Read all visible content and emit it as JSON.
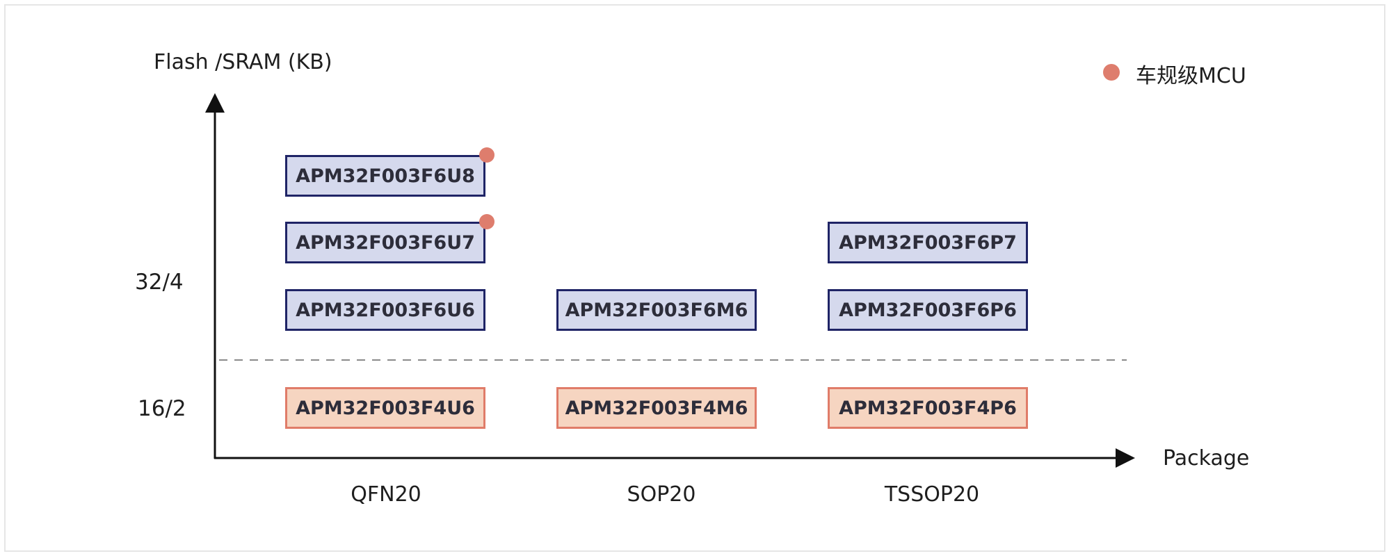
{
  "axes": {
    "y_label": "Flash /SRAM (KB)",
    "x_label": "Package",
    "y_ticks": [
      "32/4",
      "16/2"
    ],
    "x_categories": [
      "QFN20",
      "SOP20",
      "TSSOP20"
    ]
  },
  "legend": {
    "label": "车规级MCU",
    "color": "#de7d6d"
  },
  "parts": {
    "qfn_f6u8": "APM32F003F6U8",
    "qfn_f6u7": "APM32F003F6U7",
    "qfn_f6u6": "APM32F003F6U6",
    "qfn_f4u6": "APM32F003F4U6",
    "sop_f6m6": "APM32F003F6M6",
    "sop_f4m6": "APM32F003F4M6",
    "tssop_f6p7": "APM32F003F6P7",
    "tssop_f6p6": "APM32F003F6P6",
    "tssop_f4p6": "APM32F003F4P6"
  },
  "automotive_grade_parts": [
    "APM32F003F6U8",
    "APM32F003F6U7"
  ],
  "colors": {
    "tier_32_4_fill": "#d5d9ed",
    "tier_32_4_border": "#1f2466",
    "tier_16_2_fill": "#f6d5c1",
    "tier_16_2_border": "#e07c69",
    "axis": "#111111",
    "divider": "#8a8a8a"
  }
}
